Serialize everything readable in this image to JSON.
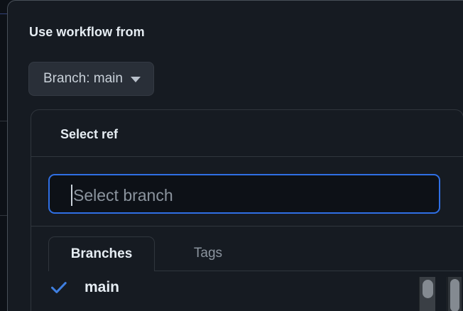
{
  "dialog": {
    "title": "Use workflow from",
    "branch_button": {
      "label": "Branch: main",
      "caret": "chevron-down-icon"
    }
  },
  "ref_panel": {
    "header_title": "Select ref",
    "search": {
      "placeholder": "Select branch",
      "value": "",
      "focused": true
    },
    "tabs": [
      {
        "label": "Branches",
        "active": true
      },
      {
        "label": "Tags",
        "active": false
      }
    ],
    "items": [
      {
        "label": "main",
        "selected": true,
        "icon": "check-icon"
      }
    ]
  },
  "colors": {
    "page_background": "#0d1117",
    "dialog_background": "#161b22",
    "panel_background": "#161b22",
    "border": "#30363d",
    "text_primary": "#e6edf3",
    "text_secondary": "#8b949e",
    "button_background": "#292f38",
    "focus_ring": "#2f6fe4",
    "accent_check": "#3f7fe0",
    "scrollbar_thumb": "#848a91"
  }
}
